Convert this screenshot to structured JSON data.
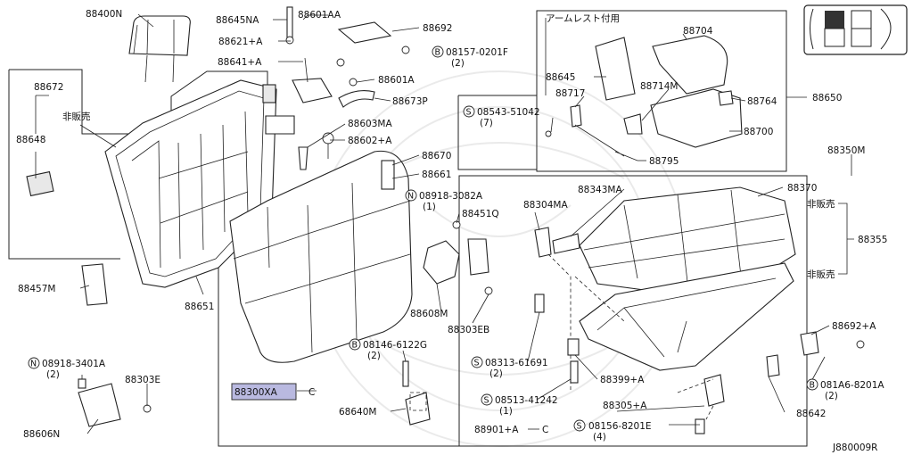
{
  "labels": {
    "l88400N": "88400N",
    "l88645NA": "88645NA",
    "l88601AA": "88601AA",
    "l88692": "88692",
    "l88621A": "88621+A",
    "l08157": "08157-0201F",
    "l08157q": "(2)",
    "l88641A": "88641+A",
    "l88601A": "88601A",
    "l88673P": "88673P",
    "l88603MA": "88603MA",
    "l88602A": "88602+A",
    "l88672": "88672",
    "l_nonsale1": "非販売",
    "l88648": "88648",
    "l88670": "88670",
    "l88661": "88661",
    "l08918_3082A": "08918-3082A",
    "l08918_3082Aq": "(1)",
    "l88451Q": "88451Q",
    "l88457M": "88457M",
    "l88651": "88651",
    "l88608M": "88608M",
    "l88303EB": "88303EB",
    "l08146": "08146-6122G",
    "l08146q": "(2)",
    "l88300XA": "88300XA",
    "l88300XAc": "C",
    "l68640M": "68640M",
    "l08918_3401A": "08918-3401A",
    "l08918_3401Aq": "(2)",
    "l88303E": "88303E",
    "l88606N": "88606N",
    "l_armrest": "アームレスト付用",
    "l88704": "88704",
    "l88645": "88645",
    "l88717": "88717",
    "l88714M": "88714M",
    "l88764": "88764",
    "l88650": "88650",
    "l08543": "08543-51042",
    "l08543q": "(7)",
    "l88700": "88700",
    "l88795": "88795",
    "l88350M": "88350M",
    "l88343MA": "88343MA",
    "l88370": "88370",
    "l88304MA": "88304MA",
    "l_nonsale2": "非販売",
    "l88355": "88355",
    "l_nonsale3": "非販売",
    "l08313": "08313-61691",
    "l08313q": "(2)",
    "l88399A": "88399+A",
    "l88692A": "88692+A",
    "l081A6": "081A6-8201A",
    "l081A6q": "(2)",
    "l08513": "08513-41242",
    "l08513q": "(1)",
    "l88305A": "88305+A",
    "l88642": "88642",
    "l88901A": "88901+A",
    "l88901Ac": "C",
    "l08156": "08156-8201E",
    "l08156q": "(4)",
    "pref_s": "S",
    "pref_b": "B",
    "pref_n": "N",
    "ref": "J880009R"
  },
  "colors": {
    "highlight": "#b9b9e0",
    "line": "#222222"
  },
  "icons": {
    "index": "seat-layout-index-icon"
  }
}
